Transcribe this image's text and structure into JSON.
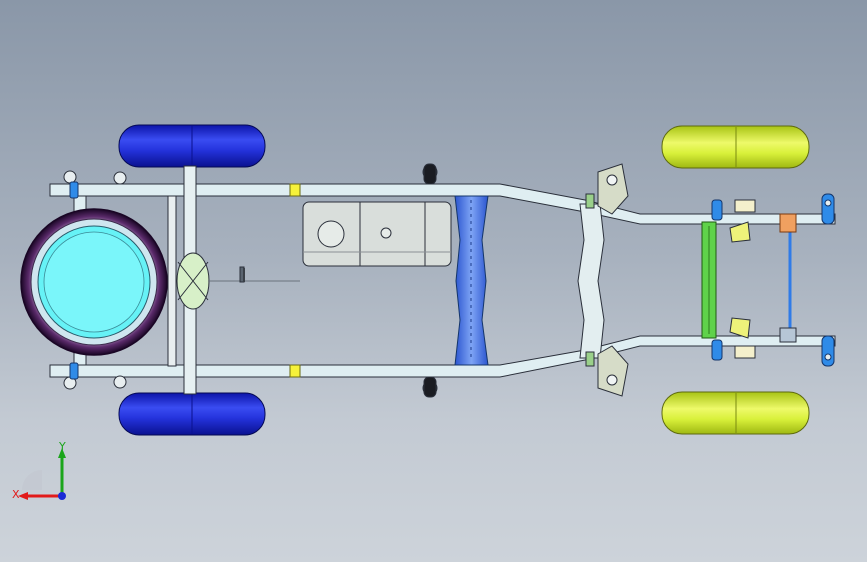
{
  "view": {
    "background_top": "#8a97a8",
    "background_bottom": "#cdd3da"
  },
  "colors": {
    "tire_rear": "#1f2fd6",
    "tire_front": "#d8f03a",
    "spare_rim": "#66f2f6",
    "spare_tire": "#2a0a3a",
    "frame": "#dfeef2",
    "frame_outline": "#2a2f3a",
    "crossmember_blue": "#4d7ee8",
    "front_beam_green": "#5fd24a",
    "tank": "#d9dedb",
    "bracket_yellow": "#f6f23a"
  },
  "triad": {
    "x_label": "X",
    "y_label": "Y",
    "x_color": "#e21b1b",
    "y_color": "#1ba51b",
    "z_color": "#1b2bd6"
  },
  "components": [
    "rear-left-wheel",
    "rear-right-wheel",
    "front-left-wheel",
    "front-right-wheel",
    "spare-tire",
    "chassis-frame",
    "fuel-tank",
    "center-crossmember",
    "front-crossmember",
    "front-axle-beam",
    "rear-axle",
    "propeller-shaft"
  ]
}
